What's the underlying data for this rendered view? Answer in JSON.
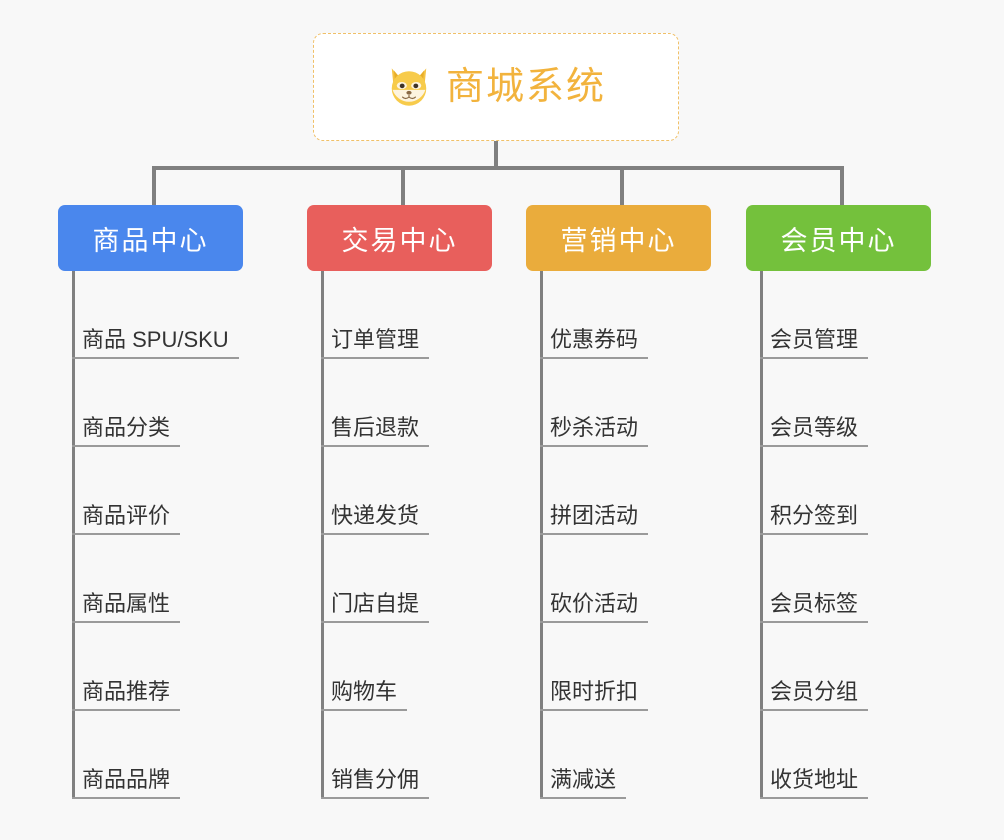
{
  "diagram": {
    "type": "mind-map",
    "root": {
      "title": "商城系统",
      "icon": "shiba-dog-icon",
      "border_color": "#f0c068",
      "text_color": "#f2b33d",
      "background": "#ffffff"
    },
    "connector_color": "#808080",
    "canvas_background": "#f8f8f8",
    "branches": [
      {
        "label": "商品中心",
        "color": "#4a87ed",
        "items": [
          "商品 SPU/SKU",
          "商品分类",
          "商品评价",
          "商品属性",
          "商品推荐",
          "商品品牌"
        ]
      },
      {
        "label": "交易中心",
        "color": "#e85f5c",
        "items": [
          "订单管理",
          "售后退款",
          "快递发货",
          "门店自提",
          "购物车",
          "销售分佣"
        ]
      },
      {
        "label": "营销中心",
        "color": "#eaac3c",
        "items": [
          "优惠券码",
          "秒杀活动",
          "拼团活动",
          "砍价活动",
          "限时折扣",
          "满减送"
        ]
      },
      {
        "label": "会员中心",
        "color": "#74c13c",
        "items": [
          "会员管理",
          "会员等级",
          "积分签到",
          "会员标签",
          "会员分组",
          "收货地址"
        ]
      }
    ]
  }
}
